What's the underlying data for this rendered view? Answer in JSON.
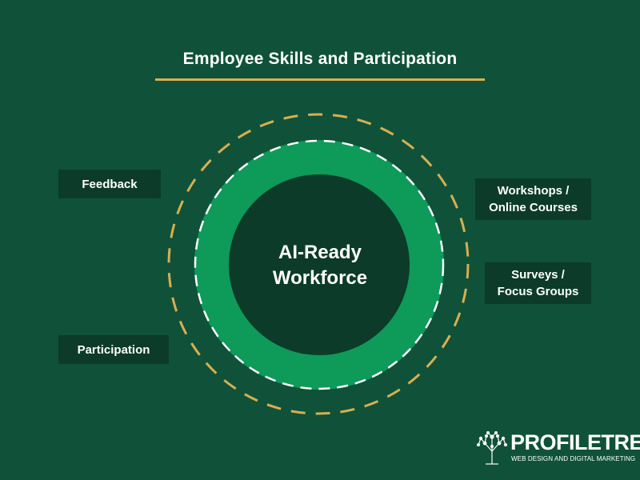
{
  "title": "Employee Skills and Participation",
  "center": {
    "line1": "AI-Ready",
    "line2": "Workforce"
  },
  "labels": {
    "feedback": "Feedback",
    "participation": "Participation",
    "workshops_line1": "Workshops /",
    "workshops_line2": "Online Courses",
    "surveys_line1": "Surveys /",
    "surveys_line2": "Focus Groups"
  },
  "logo": {
    "name": "PROFILETREE",
    "tagline": "WEB DESIGN AND DIGITAL MARKETING",
    "icon": "tree-icon"
  },
  "colors": {
    "background": "#0f5239",
    "inner_circle": "#0c3b29",
    "ring": "#0e9a59",
    "accent": "#d9ae4f",
    "box": "#0c3b29"
  }
}
